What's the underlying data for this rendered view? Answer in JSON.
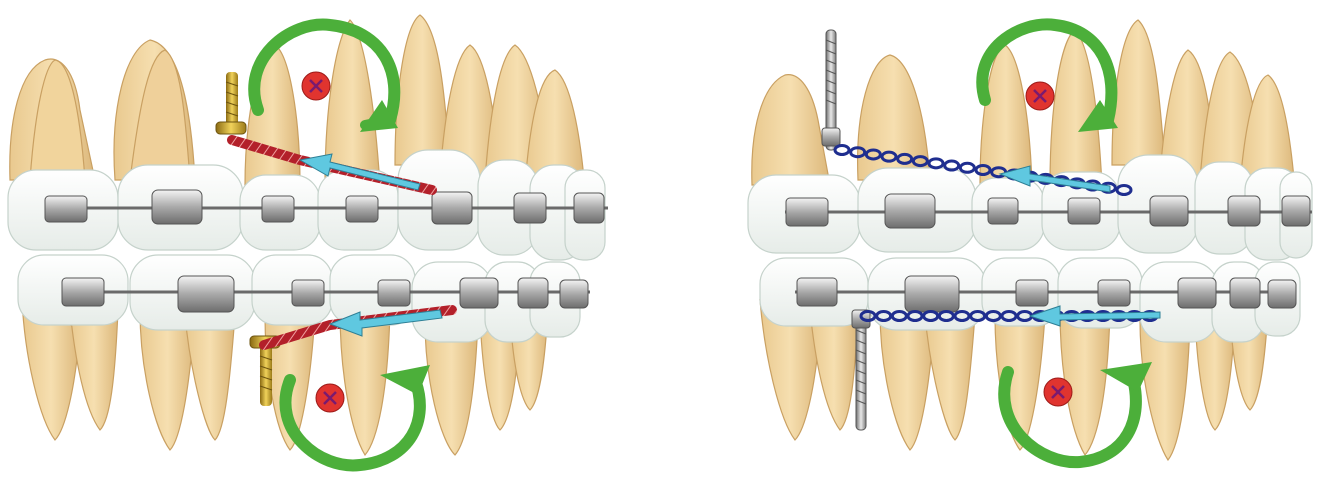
{
  "figure": {
    "panels": [
      {
        "id": "left",
        "mini_implant_color": "goldenrod",
        "elastic_color": "#c0262c",
        "elastic_style": "braided-red",
        "rotation_arrow_color": "#4caf3a",
        "force_arrow_color": "#5fc8e0",
        "center_marker_color": "#e0342f"
      },
      {
        "id": "right",
        "mini_implant_color": "silver",
        "elastic_color": "#1f2e8f",
        "elastic_style": "chain-blue",
        "rotation_arrow_color": "#4caf3a",
        "force_arrow_color": "#5fc8e0",
        "center_marker_color": "#e0342f"
      }
    ]
  }
}
